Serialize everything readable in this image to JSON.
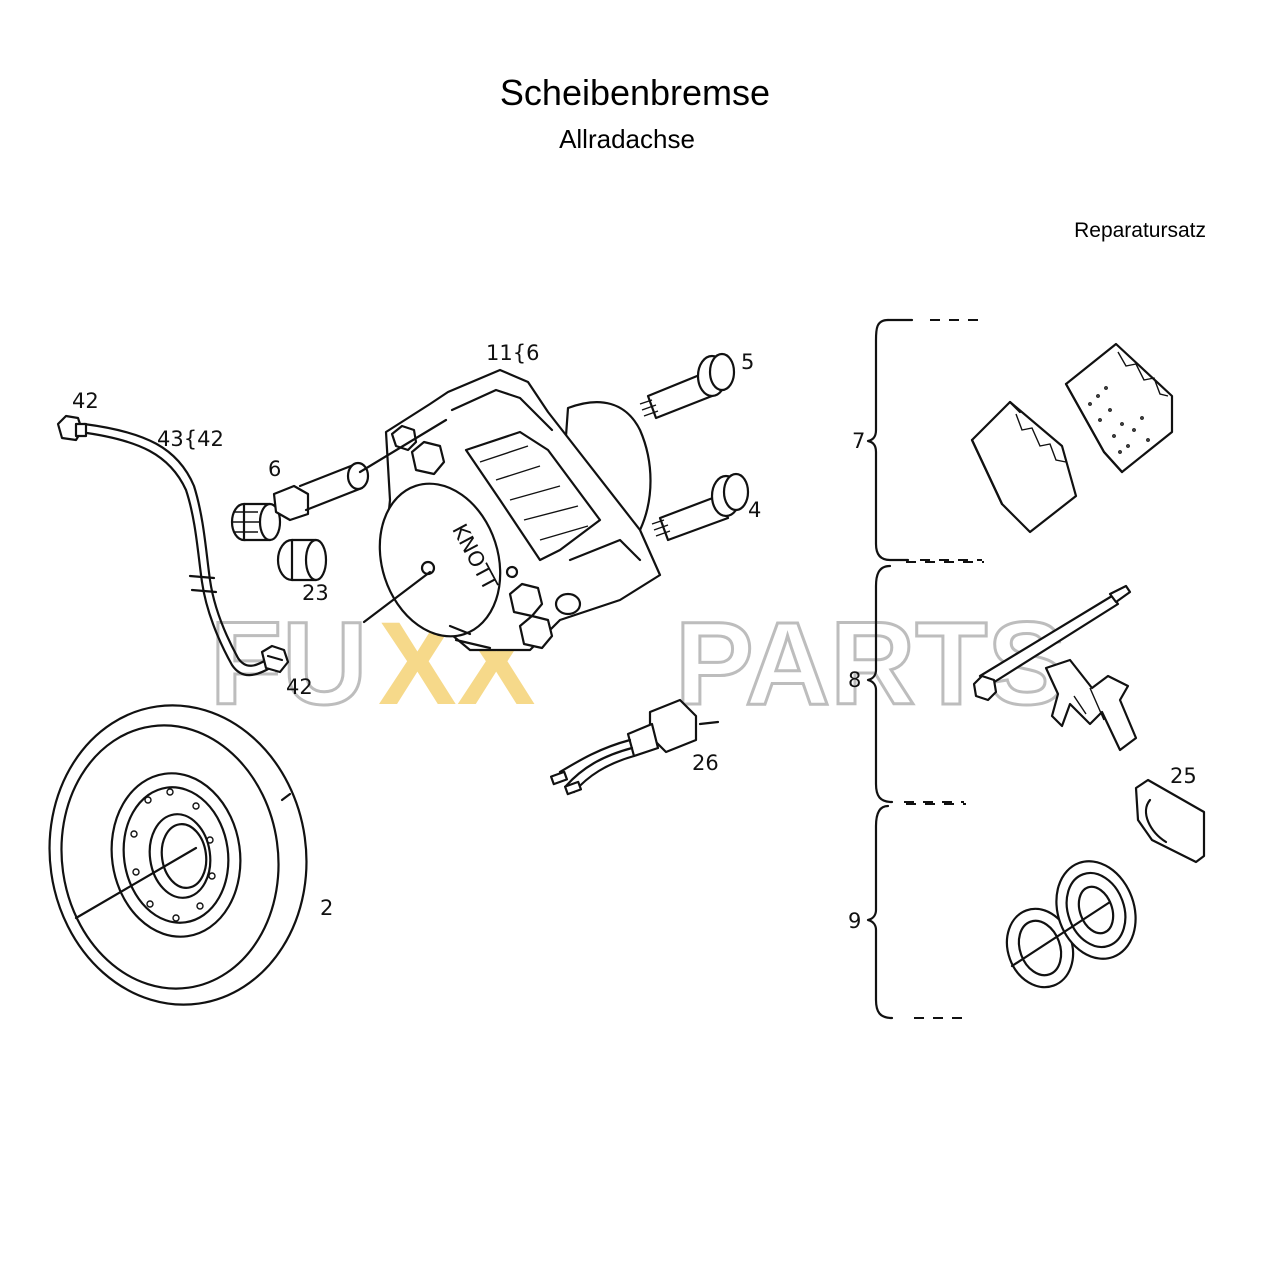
{
  "header": {
    "title": "Scheibenbremse",
    "subtitle": "Allradachse"
  },
  "legend": {
    "kit_label": "Reparatursatz"
  },
  "watermark": {
    "left": "FU",
    "xx": "XX",
    "right": "PARTS",
    "colors": {
      "outline": "#bdbdbd",
      "xx": "#f6d98a"
    }
  },
  "callouts": {
    "c11": "11{6",
    "c5": "5",
    "c42_top": "42",
    "c43": "43{42",
    "c6": "6",
    "c4": "4",
    "c23": "23",
    "c42_bottom": "42",
    "c26": "26",
    "c2": "2",
    "c7": "7",
    "c8": "8",
    "c25": "25",
    "c9": "9",
    "knott": "KNOTT"
  }
}
